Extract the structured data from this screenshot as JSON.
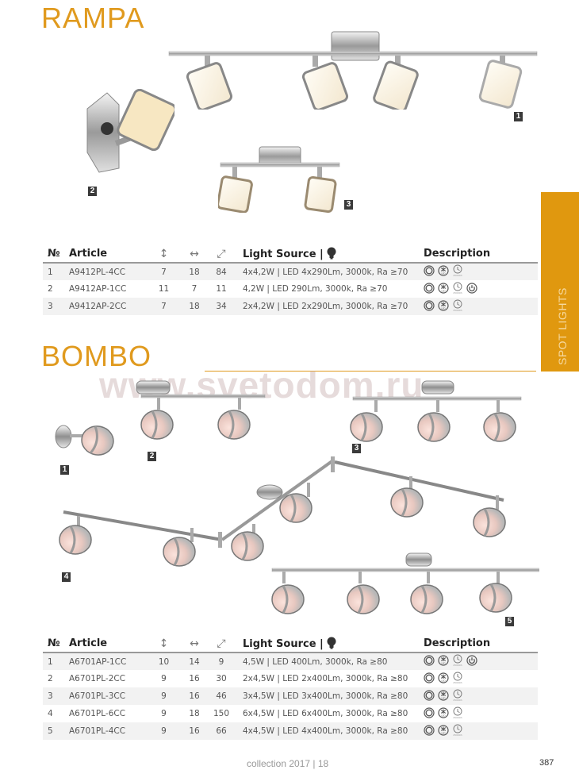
{
  "sections": {
    "rampa": {
      "title": "RAMPA",
      "badges": [
        "1",
        "2",
        "3"
      ],
      "table": {
        "headers": {
          "no": "№",
          "article": "Article",
          "height_icon": "↕",
          "width_icon": "↔",
          "diagonal_icon": "⤢",
          "light_source": "Light Source |",
          "description": "Description"
        },
        "rows": [
          {
            "no": "1",
            "article": "A9412PL-4CC",
            "height": "7",
            "width": "18",
            "diag": "84",
            "light": "4x4,2W | LED 4x290Lm, 3000k, Ra ≥70",
            "icons": [
              "rotate-icon",
              "led-icon",
              "lifetime-25000h-icon"
            ]
          },
          {
            "no": "2",
            "article": "A9412AP-1CC",
            "height": "11",
            "width": "7",
            "diag": "11",
            "light": "4,2W | LED 290Lm, 3000k, Ra ≥70",
            "icons": [
              "rotate-icon",
              "led-icon",
              "lifetime-25000h-icon",
              "switch-icon"
            ]
          },
          {
            "no": "3",
            "article": "A9412AP-2CC",
            "height": "7",
            "width": "18",
            "diag": "34",
            "light": "2x4,2W | LED 2x290Lm, 3000k, Ra ≥70",
            "icons": [
              "rotate-icon",
              "led-icon",
              "lifetime-25000h-icon"
            ]
          }
        ]
      }
    },
    "bombo": {
      "title": "BOMBO",
      "badges": [
        "1",
        "2",
        "3",
        "4",
        "5"
      ],
      "table": {
        "headers": {
          "no": "№",
          "article": "Article",
          "height_icon": "↕",
          "width_icon": "↔",
          "diagonal_icon": "⤢",
          "light_source": "Light Source |",
          "description": "Description"
        },
        "rows": [
          {
            "no": "1",
            "article": "A6701AP-1CC",
            "height": "10",
            "width": "14",
            "diag": "9",
            "light": "4,5W | LED 400Lm, 3000k, Ra ≥80",
            "icons": [
              "rotate-icon",
              "led-icon",
              "lifetime-25000h-icon",
              "switch-icon"
            ]
          },
          {
            "no": "2",
            "article": "A6701PL-2CC",
            "height": "9",
            "width": "16",
            "diag": "30",
            "light": "2x4,5W | LED 2x400Lm, 3000k, Ra ≥80",
            "icons": [
              "rotate-icon",
              "led-icon",
              "lifetime-25000h-icon"
            ]
          },
          {
            "no": "3",
            "article": "A6701PL-3CC",
            "height": "9",
            "width": "16",
            "diag": "46",
            "light": "3x4,5W | LED 3x400Lm, 3000k, Ra ≥80",
            "icons": [
              "rotate-icon",
              "led-icon",
              "lifetime-25000h-icon"
            ]
          },
          {
            "no": "4",
            "article": "A6701PL-6CC",
            "height": "9",
            "width": "18",
            "diag": "150",
            "light": "6x4,5W | LED 6x400Lm, 3000k, Ra ≥80",
            "icons": [
              "rotate-icon",
              "led-icon",
              "lifetime-25000h-icon"
            ]
          },
          {
            "no": "5",
            "article": "A6701PL-4CC",
            "height": "9",
            "width": "16",
            "diag": "66",
            "light": "4x4,5W | LED 4x400Lm, 3000k, Ra ≥80",
            "icons": [
              "rotate-icon",
              "led-icon",
              "lifetime-25000h-icon"
            ]
          }
        ]
      }
    }
  },
  "side_tab": {
    "label": "SPOT LIGHTS"
  },
  "watermark": "www.svetodom.ru",
  "footer": {
    "collection": "collection 2017 | 18",
    "page_number": "387"
  },
  "colors": {
    "accent": "#e09a1e",
    "tab": "#e0980f",
    "badge": "#3a3a3a",
    "row_alt": "#f2f2f2"
  }
}
